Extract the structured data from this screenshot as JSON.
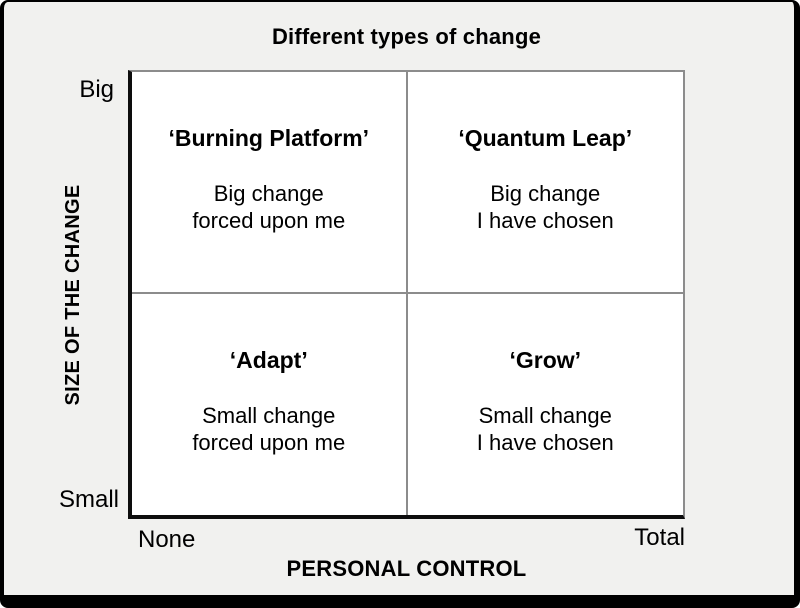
{
  "title": "Different types of change",
  "x_axis": {
    "label": "PERSONAL CONTROL",
    "min_label": "None",
    "max_label": "Total"
  },
  "y_axis": {
    "label": "SIZE OF THE CHANGE",
    "min_label": "Small",
    "max_label": "Big"
  },
  "quadrants": {
    "top_left": {
      "title": "‘Burning Platform’",
      "body_line1": "Big change",
      "body_line2": "forced upon me"
    },
    "top_right": {
      "title": "‘Quantum Leap’",
      "body_line1": "Big change",
      "body_line2": "I have chosen"
    },
    "bottom_left": {
      "title": "‘Adapt’",
      "body_line1": "Small change",
      "body_line2": "forced upon me"
    },
    "bottom_right": {
      "title": "‘Grow’",
      "body_line1": "Small change",
      "body_line2": "I have chosen"
    }
  },
  "colors": {
    "background": "#f1f1ef",
    "quadrant_fill": "#ffffff",
    "grid_line": "#8c8c8c",
    "axis_line": "#0d0d0d",
    "frame_border": "#000000",
    "text": "#000000"
  }
}
